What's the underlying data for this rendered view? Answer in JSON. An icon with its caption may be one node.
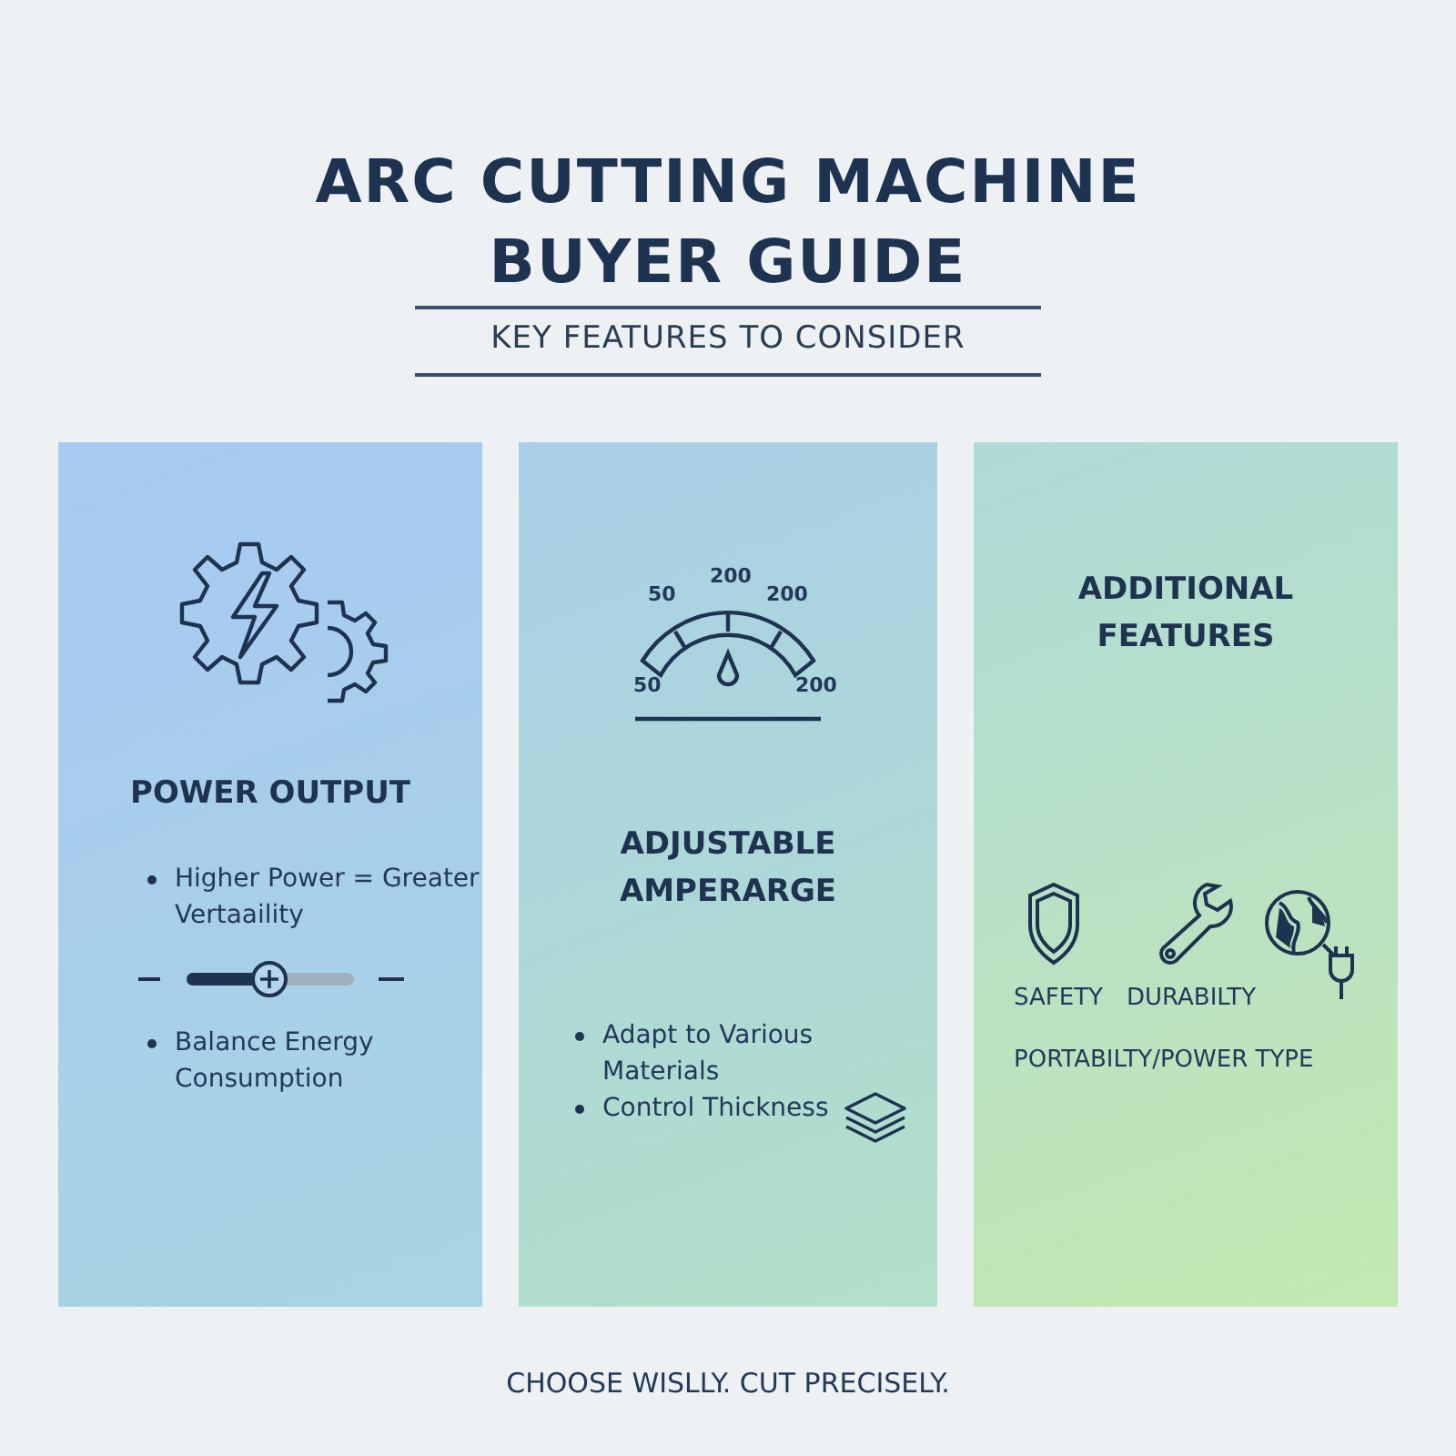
{
  "diagram": {
    "title": "ARC CUTTING MACHINE BUYER GUIDE",
    "caption": "CHOOSE WISLLY. CUT PRECISELY.",
    "nodes": [
      {
        "text": [
          "POWER OUTPUT",
          "Higher Power = Greater Vertaaility",
          "Balance Energy Consumption"
        ]
      },
      {
        "text": [
          "ADJUSTABLE AMPERARGE",
          "Adapt to Various Materials",
          "Control Thickness"
        ]
      },
      {
        "text": [
          "ADDITIONAL FEATURES",
          "SAFETY",
          "DURABILTY",
          "PORTABILTY/POWER TYPE"
        ]
      }
    ],
    "edges": [],
    "labels": [
      "KEY FEATURES TO CONSIDER",
      "200",
      "50",
      "200",
      "50",
      "200"
    ]
  }
}
